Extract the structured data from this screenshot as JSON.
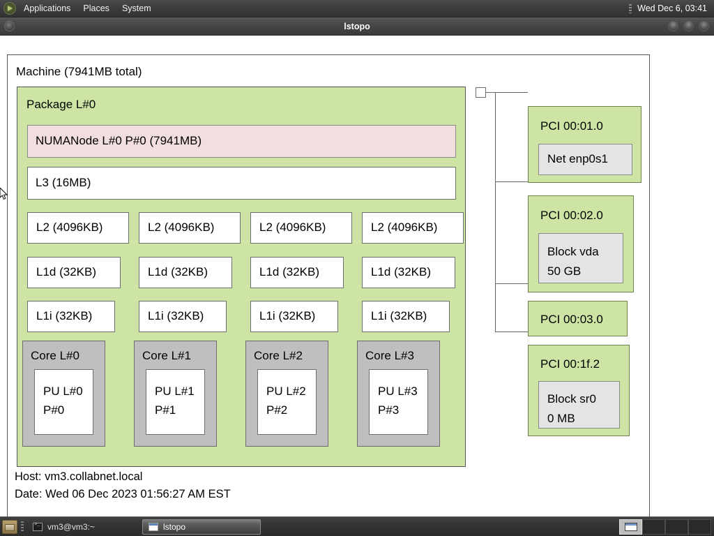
{
  "top_panel": {
    "logo_icon": "gnome-foot-icon",
    "menus": [
      "Applications",
      "Places",
      "System"
    ],
    "clock": "Wed Dec  6, 03:41"
  },
  "window": {
    "title": "lstopo",
    "icon": "window-menu-icon",
    "buttons": [
      "minimize-button",
      "maximize-button",
      "close-button"
    ]
  },
  "topology": {
    "machine": {
      "label": "Machine (7941MB total)"
    },
    "package": {
      "label": "Package L#0"
    },
    "numanode": {
      "label": "NUMANode L#0 P#0 (7941MB)"
    },
    "l3": {
      "label": "L3 (16MB)"
    },
    "l2": [
      {
        "label": "L2 (4096KB)"
      },
      {
        "label": "L2 (4096KB)"
      },
      {
        "label": "L2 (4096KB)"
      },
      {
        "label": "L2 (4096KB)"
      }
    ],
    "l1d": [
      {
        "label": "L1d (32KB)"
      },
      {
        "label": "L1d (32KB)"
      },
      {
        "label": "L1d (32KB)"
      },
      {
        "label": "L1d (32KB)"
      }
    ],
    "l1i": [
      {
        "label": "L1i (32KB)"
      },
      {
        "label": "L1i (32KB)"
      },
      {
        "label": "L1i (32KB)"
      },
      {
        "label": "L1i (32KB)"
      }
    ],
    "cores": [
      {
        "label": "Core L#0",
        "pu": "PU L#0\nP#0"
      },
      {
        "label": "Core L#1",
        "pu": "PU L#1\nP#1"
      },
      {
        "label": "Core L#2",
        "pu": "PU L#2\nP#2"
      },
      {
        "label": "Core L#3",
        "pu": "PU L#3\nP#3"
      }
    ],
    "pci": [
      {
        "label": "PCI 00:01.0",
        "osdev": "Net enp0s1"
      },
      {
        "label": "PCI 00:02.0",
        "osdev": "Block vda\n50 GB"
      },
      {
        "label": "PCI 00:03.0",
        "osdev": null
      },
      {
        "label": "PCI 00:1f.2",
        "osdev": "Block sr0\n0 MB"
      }
    ],
    "host_bridge": {
      "label": ""
    },
    "footer": "Host: vm3.collabnet.local\nDate: Wed 06 Dec 2023 01:56:27 AM EST"
  },
  "colors": {
    "package_green": "#cde4a4",
    "numa_pink": "#f2dede",
    "core_gray": "#bfbfbf",
    "osdev_gray": "#e4e4e4",
    "border_gray": "#555555"
  },
  "taskbar": {
    "show_desktop_icon": "show-desktop-icon",
    "tasks": [
      {
        "label": "vm3@vm3:~",
        "icon": "terminal-icon",
        "active": false
      },
      {
        "label": "lstopo",
        "icon": "window-icon",
        "active": true
      }
    ],
    "workspaces": [
      "workspace-1",
      "workspace-2",
      "workspace-3",
      "workspace-4"
    ],
    "current_workspace": 0
  }
}
